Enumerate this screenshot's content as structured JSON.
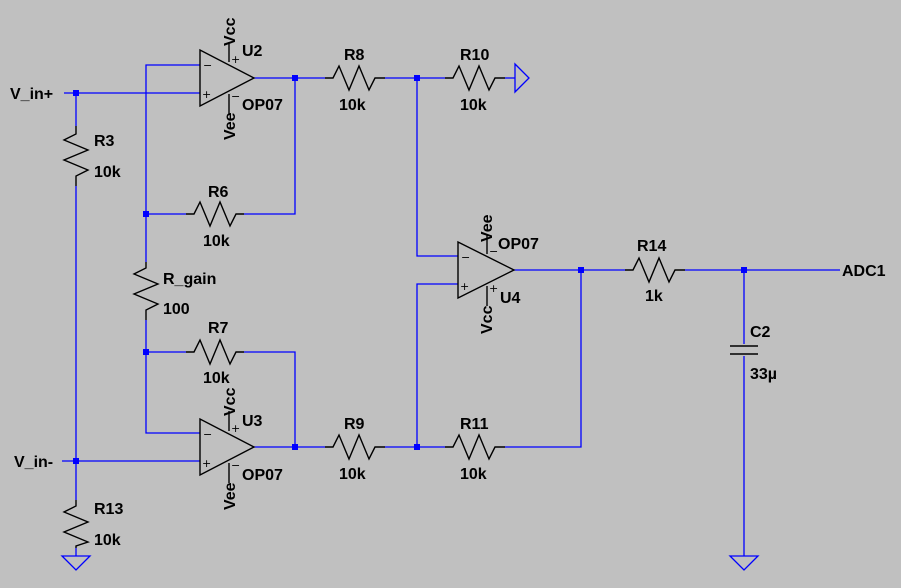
{
  "nets": {
    "vin_plus": "V_in+",
    "vin_minus": "V_in-",
    "adc": "ADC1"
  },
  "components": {
    "R3": {
      "name": "R3",
      "value": "10k"
    },
    "R13": {
      "name": "R13",
      "value": "10k"
    },
    "R6": {
      "name": "R6",
      "value": "10k"
    },
    "R7": {
      "name": "R7",
      "value": "10k"
    },
    "Rg": {
      "name": "R_gain",
      "value": "100"
    },
    "R8": {
      "name": "R8",
      "value": "10k"
    },
    "R9": {
      "name": "R9",
      "value": "10k"
    },
    "R10": {
      "name": "R10",
      "value": "10k"
    },
    "R11": {
      "name": "R11",
      "value": "10k"
    },
    "R14": {
      "name": "R14",
      "value": "1k"
    },
    "C2": {
      "name": "C2",
      "value": "33µ"
    }
  },
  "opamps": {
    "U2": {
      "name": "U2",
      "model": "OP07",
      "top_supply": "Vcc",
      "bottom_supply": "Vee"
    },
    "U3": {
      "name": "U3",
      "model": "OP07",
      "top_supply": "Vcc",
      "bottom_supply": "Vee"
    },
    "U4": {
      "name": "U4",
      "model": "OP07",
      "top_supply": "Vee",
      "bottom_supply": "Vcc"
    }
  },
  "pin_marks": {
    "plus": "+",
    "minus": "−"
  },
  "colors": {
    "background": "#c0c0c0",
    "wire": "#0000ff",
    "component": "#000000"
  }
}
